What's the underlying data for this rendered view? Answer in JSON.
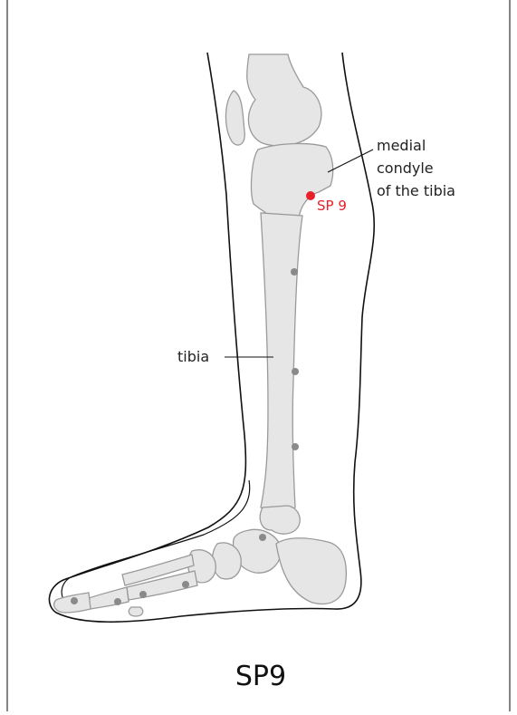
{
  "diagram": {
    "labels": {
      "condyle_line1": "medial",
      "condyle_line2": "condyle",
      "condyle_line3": "of the tibia",
      "tibia": "tibia"
    },
    "highlight_point": {
      "label": "SP 9",
      "color": "#e8202a"
    },
    "caption": "SP9",
    "colors": {
      "bone_fill": "#e6e6e6",
      "bone_stroke": "#9a9a9a",
      "outline": "#111111",
      "point": "#8a8a8a"
    }
  }
}
